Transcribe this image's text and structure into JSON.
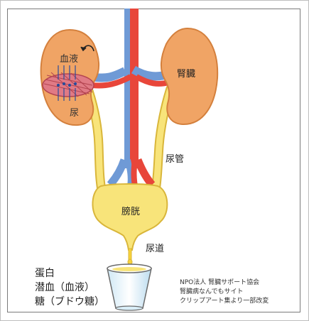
{
  "labels": {
    "blood": "血液",
    "urine": "尿",
    "kidney": "腎臓",
    "ureter": "尿管",
    "bladder": "膀胱",
    "urethra": "尿道"
  },
  "results": [
    "蛋白",
    "潜血（血液）",
    "糖（ブドウ糖）"
  ],
  "credit": [
    "NPO法人 腎臓サポート協会",
    "腎臓病なんでもサイト",
    "クリップアート集より一部改変"
  ],
  "colors": {
    "kidney": "#f0a465",
    "kidney_outline": "#d4803d",
    "urine": "#f8e47a",
    "urine_outline": "#d9b63a",
    "artery": "#e8463a",
    "vein": "#6f9ad6",
    "cup": "#d9eef8"
  },
  "icons": [
    "curved-arrow-icon"
  ]
}
